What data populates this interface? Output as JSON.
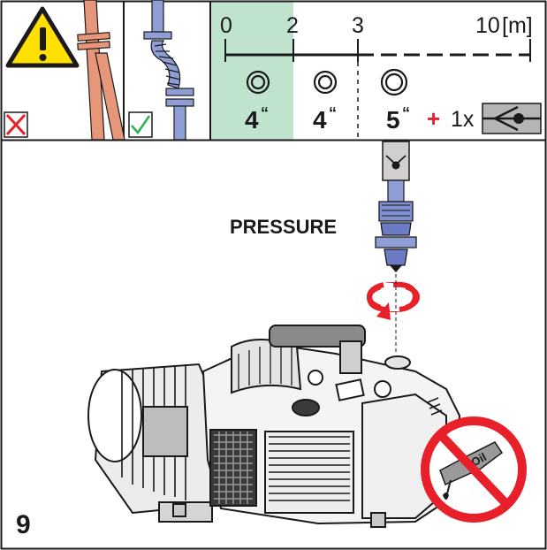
{
  "step_number": "9",
  "pressure_label": "PRESSURE",
  "distance_scale": {
    "ticks": [
      "0",
      "2",
      "3",
      "10"
    ],
    "unit": "[m]"
  },
  "pipe_sizes": [
    {
      "size": "4",
      "mark": "“"
    },
    {
      "size": "4",
      "mark": "“"
    },
    {
      "size": "5",
      "mark": "“"
    }
  ],
  "extra": {
    "plus": "+",
    "count": "1x"
  },
  "oil_sign_text": "Oil",
  "colors": {
    "highlight_zone": "#bfe3cc",
    "wrong_pipe": "#e8967a",
    "right_pipe": "#8f9fd6",
    "warning_yellow": "#ffe000",
    "cross_red": "#e8202a",
    "check_green": "#2bb24c",
    "rotation_red": "#e8202a",
    "prohibition_red": "#e8202a"
  },
  "icons": [
    "warning-icon",
    "wrong-cross-icon",
    "correct-check-icon",
    "pipe-section-icon",
    "check-valve-icon",
    "rotation-arrow-icon",
    "no-oil-icon"
  ]
}
